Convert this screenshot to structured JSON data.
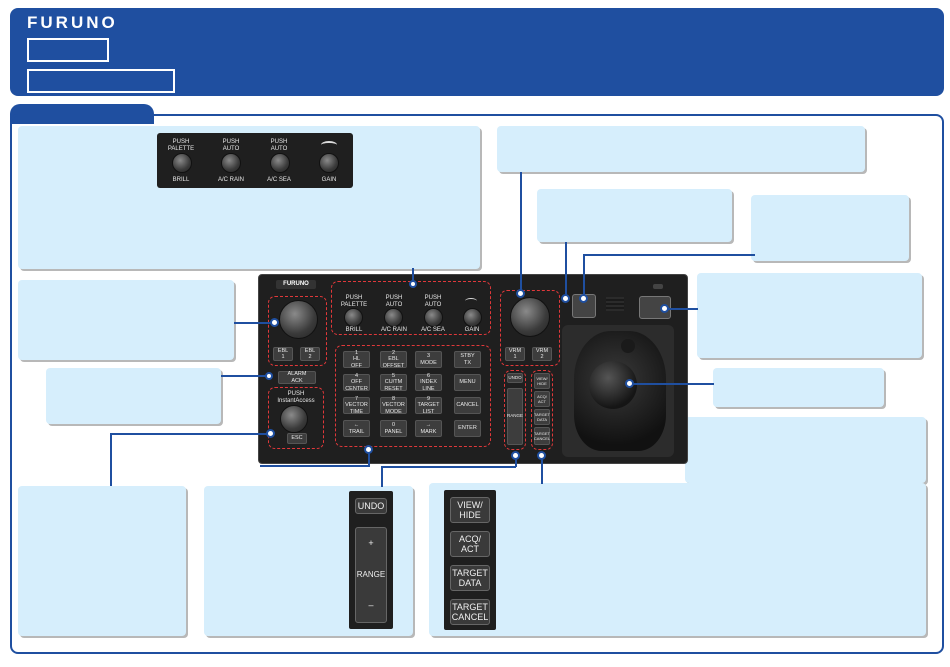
{
  "header": {
    "brand": "FURUNO"
  },
  "colors": {
    "header_blue": "#1f4fa0",
    "note_fill": "#d6eefc",
    "highlight_red": "#e0383a",
    "panel_dark": "#1f1f1f"
  },
  "panel": {
    "logo": "FURUNO",
    "knob_top_labels": [
      "PUSH\nPALETTE",
      "PUSH\nAUTO",
      "PUSH\nAUTO",
      ""
    ],
    "knob_bottom_labels": [
      "BRILL",
      "A/C RAIN",
      "A/C SEA",
      "GAIN"
    ],
    "ebl_keys": [
      "EBL\n1",
      "EBL\n2"
    ],
    "alarm_ack": "ALARM\nACK",
    "push_label": "PUSH\nInstantAccess",
    "esc": "ESC",
    "vrm_keys": [
      "VRM\n1",
      "VRM\n2"
    ],
    "keypad": [
      [
        "1\nHL\nOFF",
        "2\nEBL\nOFFSET",
        "3\nMODE",
        "STBY\nTX"
      ],
      [
        "4\nOFF\nCENTER",
        "5\nCU/TM\nRESET",
        "6\nINDEX\nLINE",
        "MENU"
      ],
      [
        "7\nVECTOR\nTIME",
        "8\nVECTOR\nMODE",
        "9\nTARGET\nLIST",
        "CANCEL"
      ],
      [
        "←\nTRAIL",
        "0\nPANEL",
        "→\nMARK",
        "ENTER"
      ]
    ],
    "undo": "UNDO",
    "range_small": "RANGE",
    "right_keys": [
      "VIEW/\nHIDE",
      "ACQ/\nACT",
      "TARGET\nDATA",
      "TARGET\nCANCEL"
    ]
  },
  "range_zoom": {
    "undo": "UNDO",
    "plus": "+",
    "range": "RANGE",
    "minus": "–"
  },
  "target_zoom": {
    "keys": [
      "VIEW/\nHIDE",
      "ACQ/\nACT",
      "TARGET\nDATA",
      "TARGET\nCANCEL"
    ]
  },
  "knob_zoom": {
    "top_labels": [
      "PUSH\nPALETTE",
      "PUSH\nAUTO",
      "PUSH\nAUTO",
      ""
    ],
    "bottom_labels": [
      "BRILL",
      "A/C RAIN",
      "A/C SEA",
      "GAIN"
    ]
  }
}
